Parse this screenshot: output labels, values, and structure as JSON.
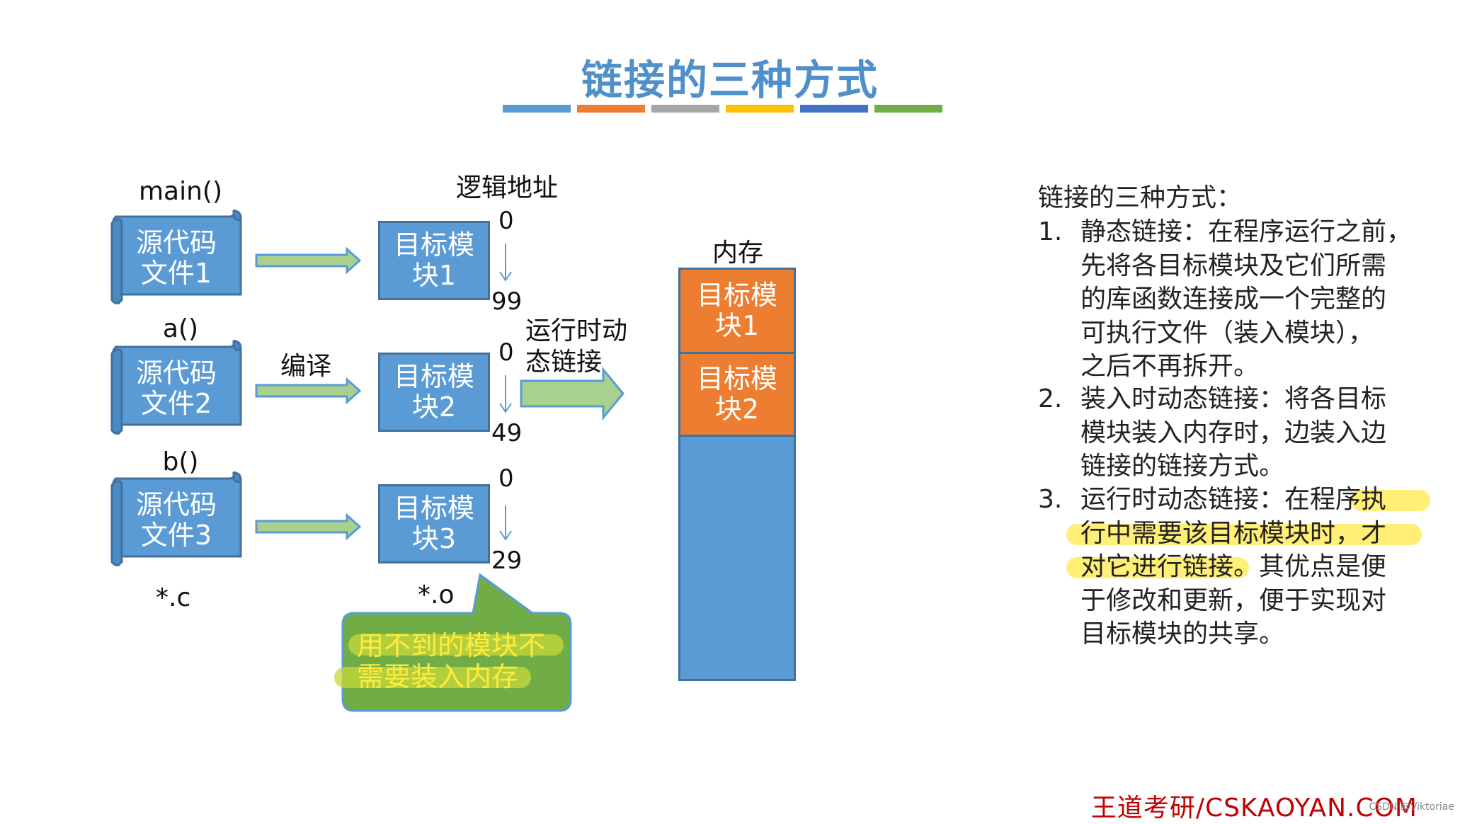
{
  "title": "链接的三种方式",
  "title_bars": [
    "#5b9bd5",
    "#ed7d31",
    "#a5a5a5",
    "#ffc000",
    "#4472c4",
    "#70ad47"
  ],
  "left": {
    "logical_address_label": "逻辑地址",
    "compile_label": "编译",
    "runtime_label_line1": "运行时动",
    "runtime_label_line2": "态链接",
    "source_ext": "*.c",
    "object_ext": "*.o",
    "sources": [
      {
        "func": "main()",
        "line1": "源代码",
        "line2": "文件1"
      },
      {
        "func": "a()",
        "line1": "源代码",
        "line2": "文件2"
      },
      {
        "func": "b()",
        "line1": "源代码",
        "line2": "文件3"
      }
    ],
    "modules": [
      {
        "line1": "目标模",
        "line2": "块1",
        "start": "0",
        "end": "99"
      },
      {
        "line1": "目标模",
        "line2": "块2",
        "start": "0",
        "end": "49"
      },
      {
        "line1": "目标模",
        "line2": "块3",
        "start": "0",
        "end": "29"
      }
    ],
    "callout_line1": "用不到的模块不",
    "callout_line2": "需要装入内存"
  },
  "memory": {
    "label": "内存",
    "cells": [
      {
        "line1": "目标模",
        "line2": "块1"
      },
      {
        "line1": "目标模",
        "line2": "块2"
      }
    ]
  },
  "right": {
    "heading": "链接的三种方式：",
    "items": [
      {
        "num": "1.",
        "lines": [
          "静态链接：在程序运行之前，",
          "先将各目标模块及它们所需",
          "的库函数连接成一个完整的",
          "可执行文件（装入模块），",
          "之后不再拆开。"
        ]
      },
      {
        "num": "2.",
        "lines": [
          "装入时动态链接：将各目标",
          "模块装入内存时，边装入边",
          "链接的链接方式。"
        ]
      },
      {
        "num": "3.",
        "lines": [
          "运行时动态链接：在程序执",
          "行中需要该目标模块时，才",
          "对它进行链接。其优点是便",
          "于修改和更新，便于实现对",
          "目标模块的共享。"
        ]
      }
    ]
  },
  "footer": "王道考研/CSKAOYAN.COM",
  "watermark": "CSDN @Viktoriae"
}
